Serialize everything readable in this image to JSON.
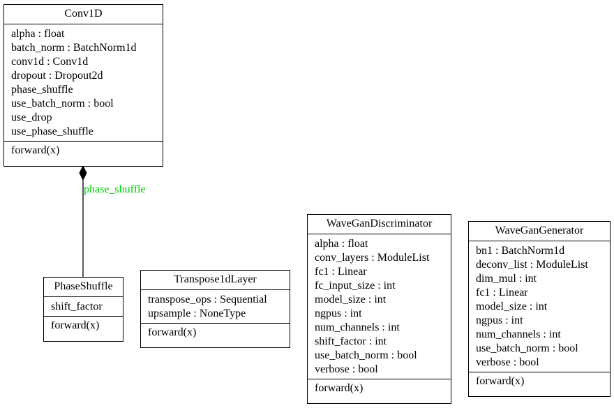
{
  "classes": {
    "conv1d": {
      "name": "Conv1D",
      "attributes": [
        "alpha : float",
        "batch_norm : BatchNorm1d",
        "conv1d : Conv1d",
        "dropout : Dropout2d",
        "phase_shuffle",
        "use_batch_norm : bool",
        "use_drop",
        "use_phase_shuffle"
      ],
      "methods": [
        "forward(x)"
      ]
    },
    "phaseshuffle": {
      "name": "PhaseShuffle",
      "attributes": [
        "shift_factor"
      ],
      "methods": [
        "forward(x)"
      ]
    },
    "transpose1dlayer": {
      "name": "Transpose1dLayer",
      "attributes": [
        "transpose_ops : Sequential",
        "upsample : NoneType"
      ],
      "methods": [
        "forward(x)"
      ]
    },
    "wavegandiscriminator": {
      "name": "WaveGanDiscriminator",
      "attributes": [
        "alpha : float",
        "conv_layers : ModuleList",
        "fc1 : Linear",
        "fc_input_size : int",
        "model_size : int",
        "ngpus : int",
        "num_channels : int",
        "shift_factor : int",
        "use_batch_norm : bool",
        "verbose : bool"
      ],
      "methods": [
        "forward(x)"
      ]
    },
    "wavegangenerator": {
      "name": "WaveGanGenerator",
      "attributes": [
        "bn1 : BatchNorm1d",
        "deconv_list : ModuleList",
        "dim_mul : int",
        "fc1 : Linear",
        "model_size : int",
        "ngpus : int",
        "num_channels : int",
        "use_batch_norm : bool",
        "verbose : bool"
      ],
      "methods": [
        "forward(x)"
      ]
    }
  },
  "relations": [
    {
      "type": "composition",
      "from": "phaseshuffle",
      "to": "conv1d",
      "label": "phase_shuffle",
      "label_color": "#00c800"
    }
  ]
}
